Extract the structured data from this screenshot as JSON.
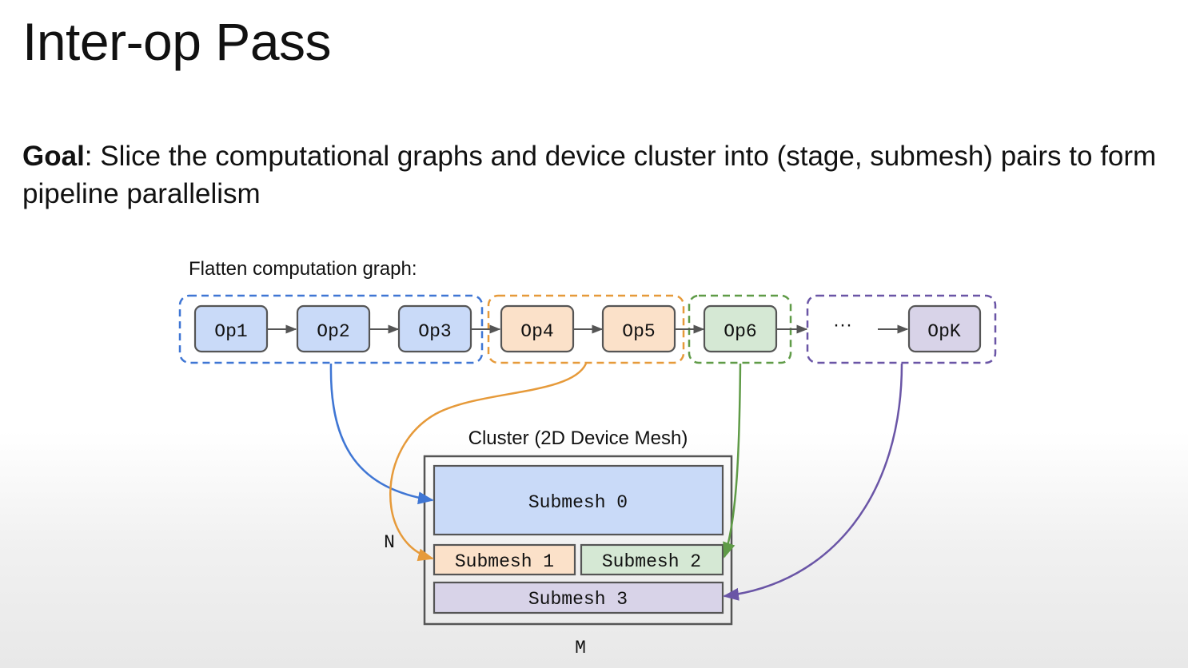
{
  "title": "Inter-op Pass",
  "goal": {
    "label": "Goal",
    "text": ": Slice the computational graphs and device cluster into (stage, submesh) pairs to form pipeline parallelism"
  },
  "graph": {
    "caption": "Flatten computation graph:",
    "ops": [
      "Op1",
      "Op2",
      "Op3",
      "Op4",
      "Op5",
      "Op6",
      "OpK"
    ],
    "ellipsis": "···"
  },
  "cluster": {
    "caption": "Cluster (2D Device Mesh)",
    "submeshes": [
      "Submesh 0",
      "Submesh 1",
      "Submesh 2",
      "Submesh 3"
    ],
    "dim_n": "N",
    "dim_m": "M"
  },
  "colors": {
    "blue": "#3f76d4",
    "blue_fill": "#c9daf8",
    "orange": "#e69a3a",
    "orange_fill": "#fbe1c9",
    "green": "#5f9b47",
    "green_fill": "#d5e8d4",
    "purple": "#6a55a6",
    "purple_fill": "#d8d3e8"
  }
}
